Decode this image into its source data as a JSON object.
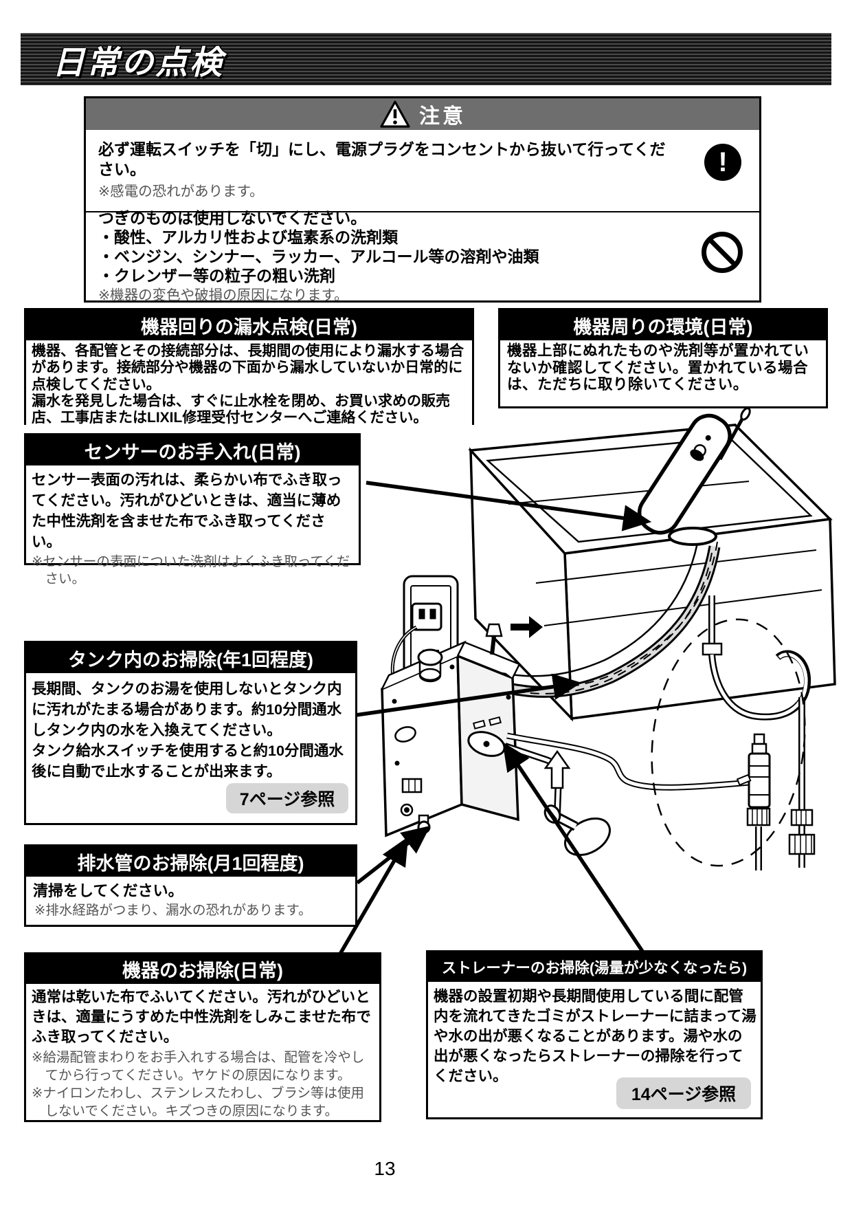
{
  "banner": {
    "title": "日常の点検"
  },
  "caution": {
    "title": "注意",
    "electric": {
      "text": "必ず運転スイッチを「切」にし、電源プラグをコンセントから抜いて行ってください。",
      "note": "※感電の恐れがあります。"
    },
    "prohibited": {
      "lines": [
        "つぎのものは使用しないでください。",
        "・酸性、アルカリ性および塩素系の洗剤類",
        "・ベンジン、シンナー、ラッカー、アルコール等の溶剤や油類",
        "・クレンザー等の粒子の粗い洗剤"
      ],
      "note": "※機器の変色や破損の原因になります。"
    }
  },
  "sections": {
    "leak_check": {
      "title": "機器回りの漏水点検(日常)",
      "body": "機器、各配管とその接続部分は、長期間の使用により漏水する場合があります。接続部分や機器の下面から漏水していないか日常的に点検してください。\n漏水を発見した場合は、すぐに止水栓を閉め、お買い求めの販売店、工事店またはLIXIL修理受付センターへご連絡ください。"
    },
    "environment": {
      "title": "機器周りの環境(日常)",
      "body": "機器上部にぬれたものや洗剤等が置かれていないか確認してください。置かれている場合は、ただちに取り除いてください。"
    },
    "sensor": {
      "title": "センサーのお手入れ(日常)",
      "body": "センサー表面の汚れは、柔らかい布でふき取ってください。汚れがひどいときは、適当に薄めた中性洗剤を含ませた布でふき取ってください。",
      "note": "※センサーの表面についた洗剤はよくふき取ってください。"
    },
    "tank": {
      "title": "タンク内のお掃除(年1回程度)",
      "body": "長期間、タンクのお湯を使用しないとタンク内に汚れがたまる場合があります。約10分間通水しタンク内の水を入換えてください。\nタンク給水スイッチを使用すると約10分間通水後に自動で止水することが出来ます。",
      "page_ref": "7ページ参照"
    },
    "drain": {
      "title": "排水管のお掃除(月1回程度)",
      "body": "清掃をしてください。",
      "note": "※排水経路がつまり、漏水の恐れがあります。"
    },
    "device_clean": {
      "title": "機器のお掃除(日常)",
      "body": "通常は乾いた布でふいてください。汚れがひどいときは、適量にうすめた中性洗剤をしみこませた布でふき取ってください。",
      "notes": [
        "※給湯配管まわりをお手入れする場合は、配管を冷やしてから行ってください。ヤケドの原因になります。",
        "※ナイロンたわし、ステンレスたわし、ブラシ等は使用しないでください。キズつきの原因になります。"
      ]
    },
    "strainer": {
      "title": "ストレーナーのお掃除(湯量が少なくなったら)",
      "body": "機器の設置初期や長期間使用している間に配管内を流れてきたゴミがストレーナーに詰まって湯や水の出が悪くなることがあります。湯や水の出が悪くなったらストレーナーの掃除を行ってください。",
      "page_ref": "14ページ参照"
    }
  },
  "page_number": "13",
  "colors": {
    "section_header_bg": "#000000",
    "caution_header_bg": "#6e6e6e",
    "note_gray": "#555555",
    "page_ref_bg": "#d6d6d6"
  }
}
